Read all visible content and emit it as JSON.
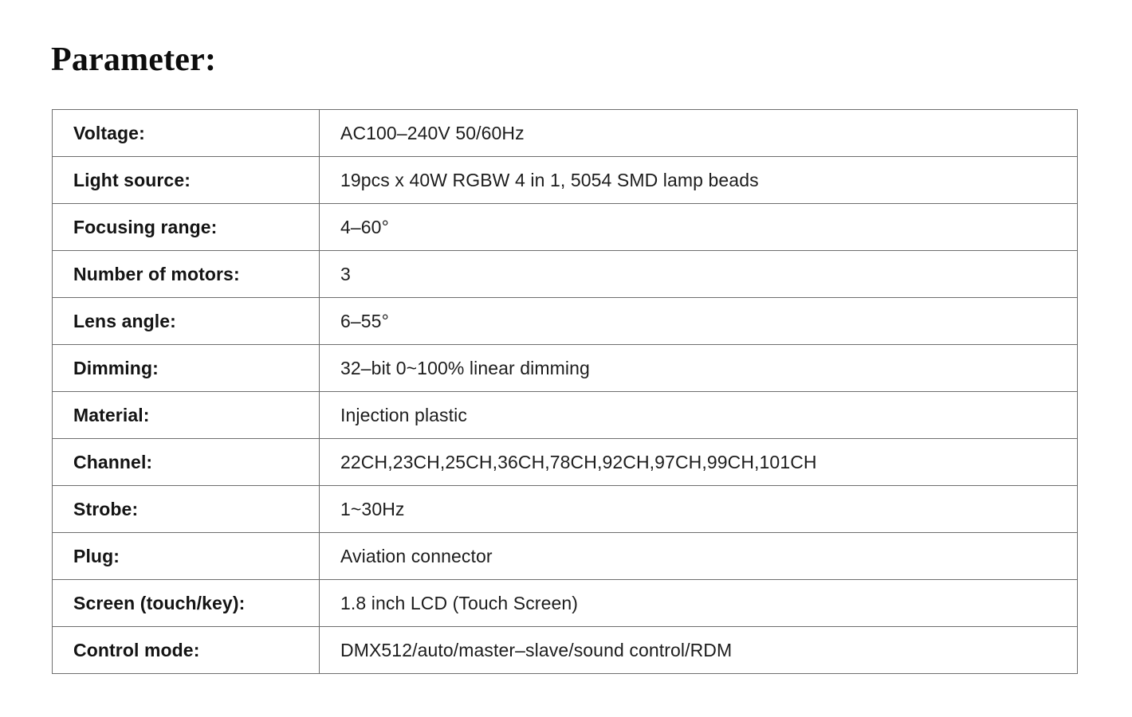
{
  "page": {
    "title": "Parameter:",
    "background_color": "#ffffff",
    "text_color": "#1a1a1a",
    "border_color": "#6e6e6e"
  },
  "spec_table": {
    "columns": [
      "label",
      "value"
    ],
    "rows": [
      {
        "label": "Voltage:",
        "value": "AC100–240V 50/60Hz"
      },
      {
        "label": "Light source:",
        "value": "19pcs x 40W RGBW 4 in 1, 5054 SMD lamp beads"
      },
      {
        "label": "Focusing range:",
        "value": "4–60°"
      },
      {
        "label": "Number of motors:",
        "value": "3"
      },
      {
        "label": "Lens angle:",
        "value": "6–55°"
      },
      {
        "label": "Dimming:",
        "value": "32–bit 0~100% linear dimming"
      },
      {
        "label": "Material:",
        "value": "Injection plastic"
      },
      {
        "label": "Channel:",
        "value": "22CH,23CH,25CH,36CH,78CH,92CH,97CH,99CH,101CH"
      },
      {
        "label": "Strobe:",
        "value": "1~30Hz"
      },
      {
        "label": "Plug:",
        "value": "Aviation connector"
      },
      {
        "label": "Screen (touch/key):",
        "value": "1.8 inch LCD (Touch Screen)"
      },
      {
        "label": "Control mode:",
        "value": "DMX512/auto/master–slave/sound control/RDM"
      }
    ]
  }
}
